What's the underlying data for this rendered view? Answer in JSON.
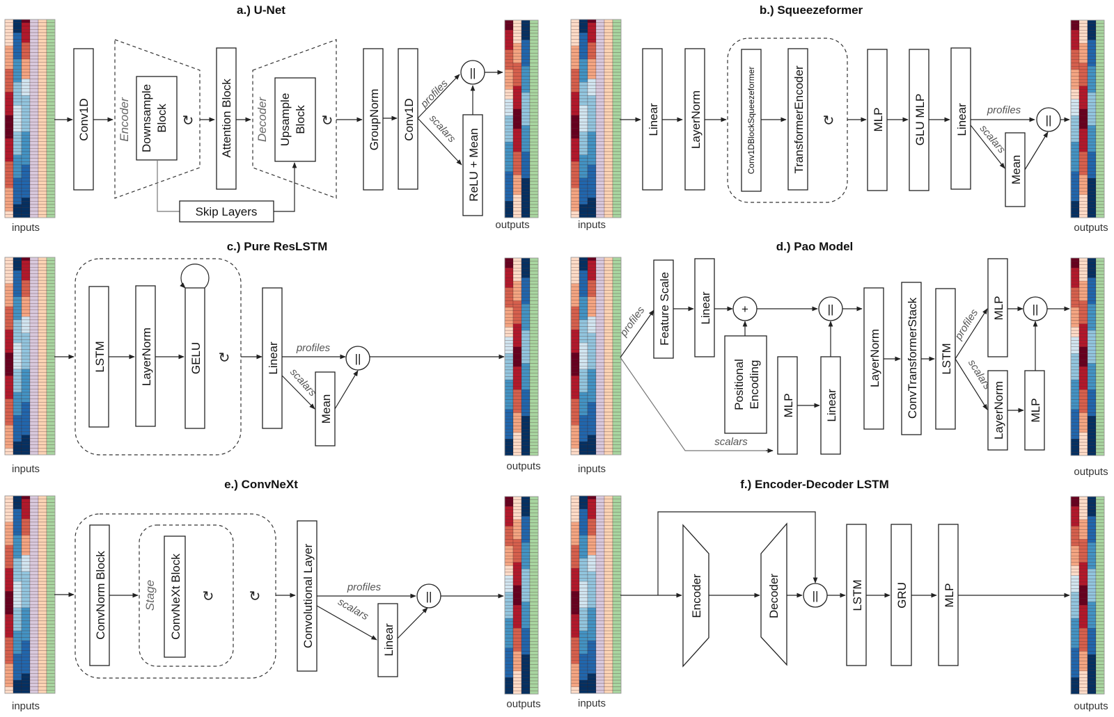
{
  "panels": {
    "a": {
      "title": "a.) U-Net",
      "blocks": [
        "Conv1D",
        "Downsample",
        "Block",
        "Attention Block",
        "Upsample",
        "Block",
        "GroupNorm",
        "Conv1D",
        "ReLU + Mean",
        "Skip Layers"
      ],
      "groups": [
        "Encoder",
        "Decoder"
      ],
      "edges": [
        "profiles",
        "scalars"
      ],
      "concat": "||",
      "inputs": "inputs",
      "outputs": "outputs"
    },
    "b": {
      "title": "b.) Squeezeformer",
      "blocks": [
        "Linear",
        "LayerNorm",
        "Conv1DBlockSqueezeformer",
        "TransformerEncoder",
        "MLP",
        "GLU MLP",
        "Linear",
        "Mean"
      ],
      "edges": [
        "profiles",
        "scalars"
      ],
      "concat": "||",
      "inputs": "inputs",
      "outputs": "outputs"
    },
    "c": {
      "title": "c.) Pure ResLSTM",
      "blocks": [
        "LSTM",
        "LayerNorm",
        "GELU",
        "Linear",
        "Mean"
      ],
      "edges": [
        "profiles",
        "scalars"
      ],
      "concat": "||",
      "inputs": "inputs",
      "outputs": "outputs"
    },
    "d": {
      "title": "d.) Pao Model",
      "blocks": [
        "Feature Scale",
        "Linear",
        "Positional",
        "Encoding",
        "MLP",
        "Linear",
        "LayerNorm",
        "ConvTransformerStack",
        "LSTM",
        "MLP",
        "LayerNorm",
        "MLP"
      ],
      "edges": [
        "profiles",
        "scalars",
        "profiles",
        "scalars"
      ],
      "plus": "+",
      "concat": "||",
      "inputs": "inputs",
      "outputs": "outputs"
    },
    "e": {
      "title": "e.) ConvNeXt",
      "blocks": [
        "ConvNorm Block",
        "ConvNeXt Block",
        "Convolutional Layer",
        "Linear"
      ],
      "groups": [
        "Stage"
      ],
      "edges": [
        "profiles",
        "scalars"
      ],
      "concat": "||",
      "inputs": "inputs",
      "outputs": "outputs"
    },
    "f": {
      "title": "f.) Encoder-Decoder LSTM",
      "blocks": [
        "Encoder",
        "Decoder",
        "LSTM",
        "GRU",
        "MLP"
      ],
      "concat": "||",
      "inputs": "inputs",
      "outputs": "outputs"
    }
  },
  "icons": {
    "repeat": "↻ repeat-loop-icon"
  },
  "heatmap_colors": {
    "input_columns": [
      "#f4b89c",
      "#2f6aa8",
      "#b2182b",
      "#d8c8dc",
      "#fbd3b4",
      "#a8d5a0"
    ],
    "reds": [
      "#fddbc7",
      "#f4a582",
      "#d6604d",
      "#b2182b",
      "#67001f"
    ],
    "blues": [
      "#d1e5f0",
      "#92c5de",
      "#4393c3",
      "#2166ac",
      "#053061"
    ],
    "cat": [
      "#fddbc7",
      "#c7dceb",
      "#b2182b",
      "#a8d5a0",
      "#d8c8dc",
      "#f4a582",
      "#4393c3"
    ]
  }
}
